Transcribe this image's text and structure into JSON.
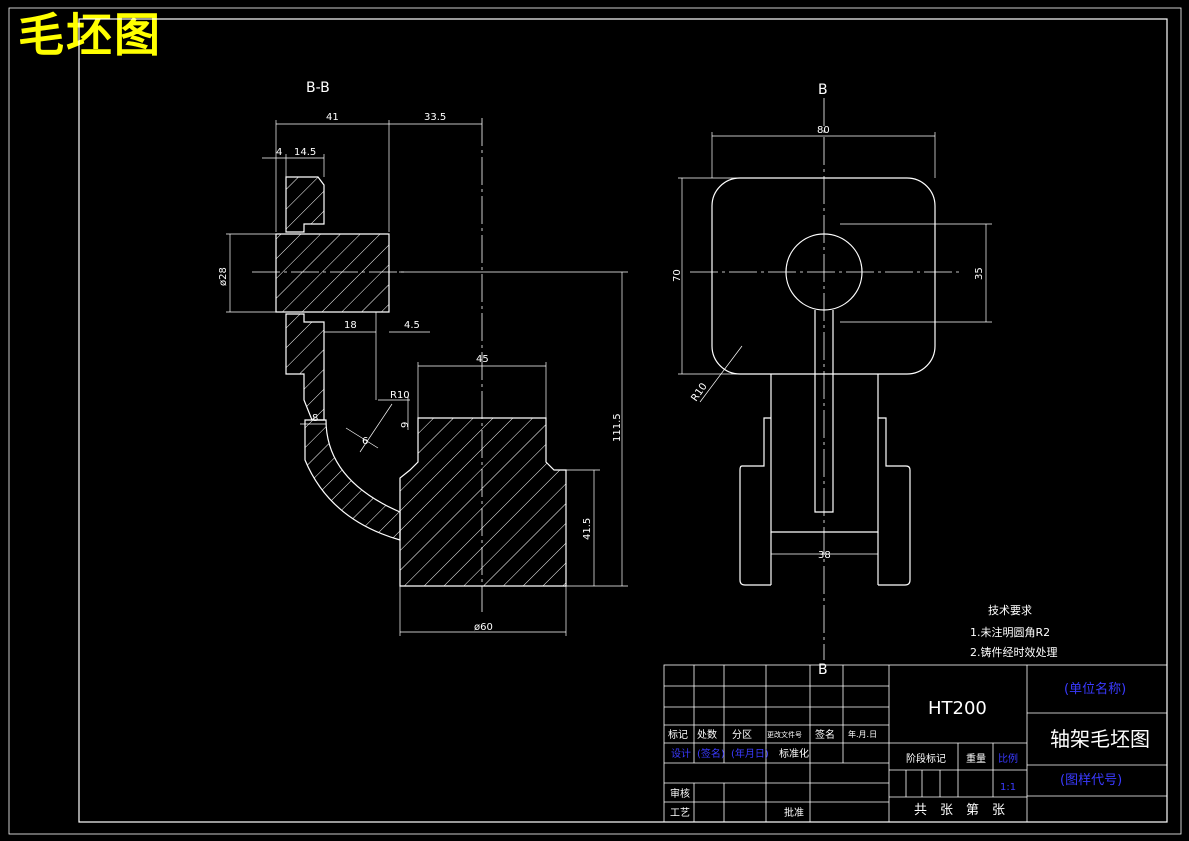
{
  "title": "毛坯图",
  "section_label": "B-B",
  "view_label_top": "B",
  "view_label_bottom": "B",
  "dimensions": {
    "d41": "41",
    "d33_5": "33.5",
    "d4": "4",
    "d14_5": "14.5",
    "dia28": "ø28",
    "d18": "18",
    "d4_5": "4.5",
    "d45": "45",
    "r10_left": "R10",
    "d9": "9",
    "d8": "8",
    "d6": "6",
    "d111_5": "111.5",
    "d41_5": "41.5",
    "dia60": "ø60",
    "d80": "80",
    "d70": "70",
    "d35": "35",
    "r10_right": "R10",
    "d38": "38"
  },
  "tech_requirements": {
    "heading": "技术要求",
    "item1": "1.未注明圆角R2",
    "item2": "2.铸件经时效处理"
  },
  "title_block": {
    "material": "HT200",
    "unit_name": "(单位名称)",
    "drawing_name": "轴架毛坯图",
    "drawing_code": "(图样代号)",
    "mark": "标记",
    "count": "处数",
    "zone": "分区",
    "change_doc": "更改文件号",
    "signature": "签名",
    "date": "年.月.日",
    "design": "设计",
    "signer": "(签名)",
    "design_date": "(年月日)",
    "standardize": "标准化",
    "stage_mark": "阶段标记",
    "weight": "重量",
    "scale": "比例",
    "scale_value": "1:1",
    "review": "审核",
    "process": "工艺",
    "approve": "批准",
    "sheets": "共　张　第　张"
  },
  "colors": {
    "background": "#000000",
    "line": "#ffffff",
    "title": "#ffff00",
    "blue_text": "#3a3aff"
  }
}
